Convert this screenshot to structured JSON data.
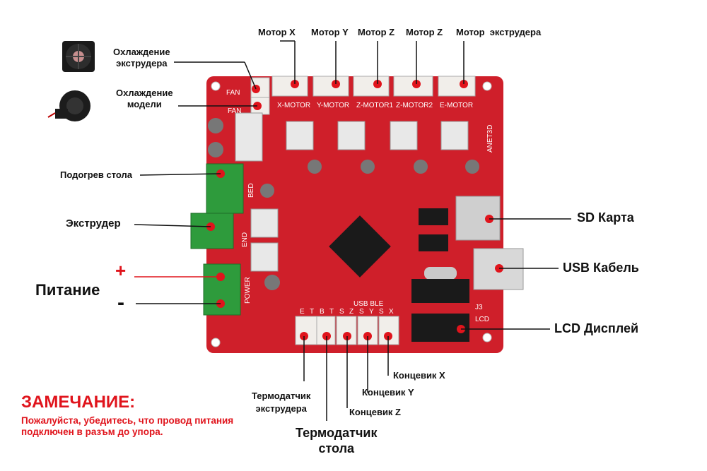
{
  "board": {
    "silk_labels": [
      "FAN",
      "FAN",
      "X-MOTOR",
      "Y-MOTOR",
      "Z-MOTOR1",
      "Z-MOTOR2",
      "E-MOTOR",
      "ANET3D",
      "BED",
      "END",
      "POWER",
      "USB BLE",
      "J3",
      "LCD",
      "E",
      "T",
      "B",
      "T",
      "S",
      "Z",
      "S",
      "Y",
      "S",
      "X"
    ],
    "pcb_color": "#cf1f2a",
    "accent_color": "#e0141c"
  },
  "labels": {
    "motor_x": "Мотор X",
    "motor_y": "Мотор Y",
    "motor_z1": "Мотор Z",
    "motor_z2": "Мотор Z",
    "motor_e": "Мотор  экструдера",
    "fan_extruder": "Охлаждение\nэкструдера",
    "fan_model": "Охлаждение\nмодели",
    "bed_heat": "Подогрев стола",
    "extruder": "Экструдер",
    "power": "Питание",
    "sd_card": "SD Карта",
    "usb_cable": "USB Кабель",
    "lcd": "LCD Дисплей",
    "endstop_x": "Концевик X",
    "endstop_y": "Концевик Y",
    "endstop_z": "Концевик Z",
    "thermo_extruder": "Термодатчик\nэкструдера",
    "thermo_bed": "Термодатчик\nстола",
    "plus": "+",
    "minus": "-"
  },
  "note": {
    "title": "ЗАМЕЧАНИЕ:",
    "text": "Пожалуйста, убедитесь, что провод питания подключен в разъм до упора."
  }
}
